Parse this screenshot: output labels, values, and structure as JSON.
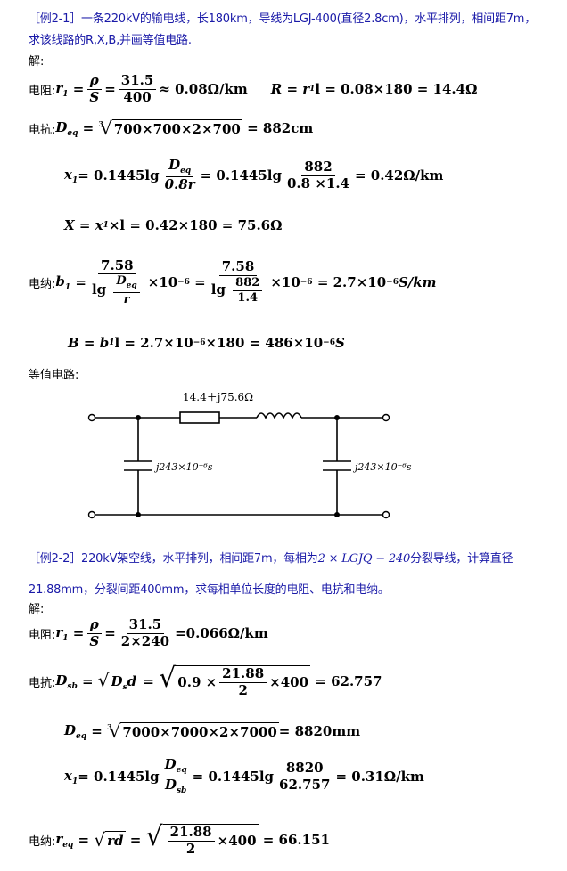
{
  "ex1": {
    "title_line1": "［例2-1］一条220kV的输电线，长180km，导线为LGJ-400(直径2.8cm)，水平排列，相间距7m，",
    "title_line2": "求该线路的R,X,B,并画等值电路.",
    "jie": "解:",
    "resistance_label": "电阻:",
    "reactance_label": "电抗:",
    "susceptance_label": "电纳:",
    "equiv_label": "等值电路:",
    "r1_num": "ρ",
    "r1_den": "S",
    "r1_num2": "31.5",
    "r1_den2": "400",
    "r1_val": "≈ 0.08Ω/km",
    "R_expr": "R = r",
    "R_expr2": "l = 0.08×180 = 14.4Ω",
    "deq_expr": "700×700×2×700",
    "deq_val": "= 882cm",
    "x1_pre": "= 0.1445lg",
    "x1_num": "D",
    "x1_den": "0.8r",
    "x1_mid": "= 0.1445lg",
    "x1_num2": "882",
    "x1_den2": "0.8 ×1.4",
    "x1_val": "= 0.42Ω/km",
    "X_expr": "X = x",
    "X_expr2": "×l = 0.42×180 = 75.6Ω",
    "b1_num": "7.58",
    "b1_lg": "lg",
    "b1_rden": "r",
    "b1_times": "×10",
    "b1_exp": "−6",
    "b1_num2": "7.58",
    "b1_num3": "882",
    "b1_den3": "1.4",
    "b1_val": "= 2.7×10",
    "b1_val2": "S/km",
    "B_expr": "B = b",
    "B_expr2": "l = 2.7×10",
    "B_expr3": "×180 = 486×10",
    "B_expr4": "S",
    "circuit_impedance": "14.4＋j75.6Ω",
    "circuit_cap_left": "j243×10⁻⁶s",
    "circuit_cap_right": "j243×10⁻⁶s"
  },
  "ex2": {
    "title_line1a": "［例2-2］220kV架空线，水平排列，相间距7m，每相为",
    "title_mid": "2 × LGJQ − 240",
    "title_line1b": "分裂导线，计算直径",
    "title_line2": "21.88mm，分裂间距400mm，求每相单位长度的电阻、电抗和电纳。",
    "jie": "解:",
    "resistance_label": "电阻:",
    "reactance_label": "电抗:",
    "susceptance_label": "电纳:",
    "r1_num2": "31.5",
    "r1_den2": "2×240",
    "r1_val": "=0.066Ω/km",
    "dsb_expr": "D",
    "dsb_root": "D",
    "dsb_d": "d",
    "dsb_c1": "0.9 ×",
    "dsb_num": "21.88",
    "dsb_den": "2",
    "dsb_c2": "×400",
    "dsb_val": "= 62.757",
    "deq_expr": "7000×7000×2×7000",
    "deq_val": "= 8820mm",
    "x1_num2": "8820",
    "x1_den2": "62.757",
    "x1_val": "= 0.31Ω/km",
    "req_num": "21.88",
    "req_den": "2",
    "req_c": "×400",
    "req_val": "= 66.151"
  }
}
